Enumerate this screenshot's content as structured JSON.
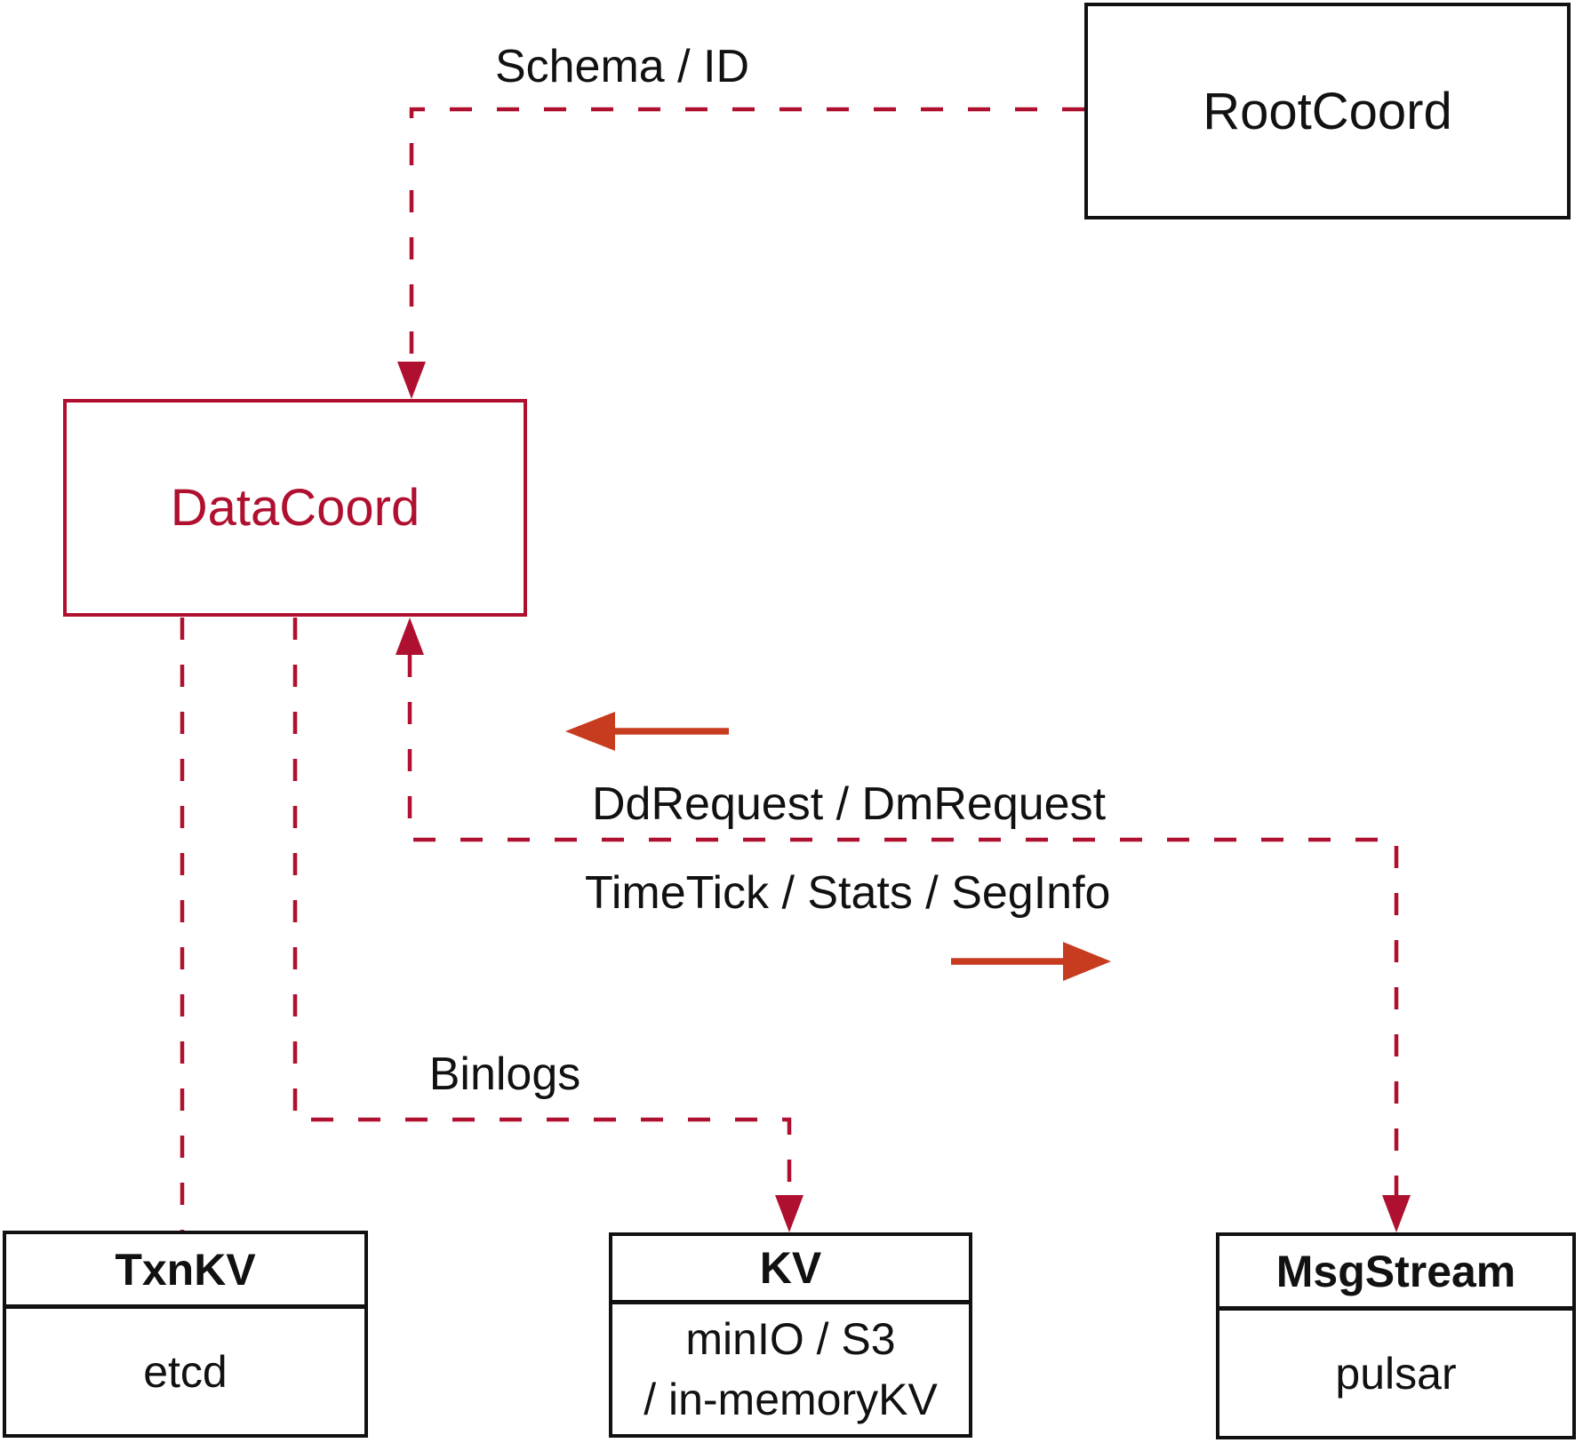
{
  "diagram": {
    "title_hint": "coordinator data-flow diagram",
    "nodes": {
      "rootcoord": {
        "title": "RootCoord"
      },
      "datacoord": {
        "title": "DataCoord"
      },
      "txnkv": {
        "header": "TxnKV",
        "body": "etcd"
      },
      "kv": {
        "header": "KV",
        "body_line1": "minIO / S3",
        "body_line2": "/ in-memoryKV"
      },
      "msgstream": {
        "header": "MsgStream",
        "body": "pulsar"
      }
    },
    "edge_labels": {
      "schema_id": "Schema / ID",
      "dd_request": "DdRequest / DmRequest",
      "time_tick": "TimeTick / Stats / SegInfo",
      "binlogs": "Binlogs"
    },
    "colors": {
      "dashed_line": "#B01030",
      "solid_arrow": "#C73B1F",
      "box_border": "#111111",
      "text": "#111111",
      "background": "#FFFFFF"
    }
  }
}
